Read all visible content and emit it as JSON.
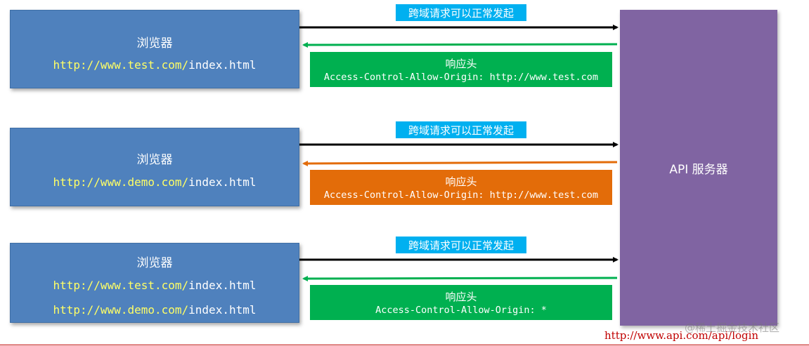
{
  "server": {
    "label": "API 服务器"
  },
  "rows": [
    {
      "browser_title": "浏览器",
      "urls": [
        {
          "domain": "http://www.test.com/",
          "path": "index.html"
        }
      ],
      "request_label": "跨域请求可以正常发起",
      "response_title": "响应头",
      "response_header": "Access-Control-Allow-Origin: http://www.test.com",
      "response_color": "#00b050"
    },
    {
      "browser_title": "浏览器",
      "urls": [
        {
          "domain": "http://www.demo.com/",
          "path": "index.html"
        }
      ],
      "request_label": "跨域请求可以正常发起",
      "response_title": "响应头",
      "response_header": "Access-Control-Allow-Origin: http://www.test.com",
      "response_color": "#e36c09"
    },
    {
      "browser_title": "浏览器",
      "urls": [
        {
          "domain": "http://www.test.com/",
          "path": "index.html"
        },
        {
          "domain": "http://www.demo.com/",
          "path": "index.html"
        }
      ],
      "request_label": "跨域请求可以正常发起",
      "response_title": "响应头",
      "response_header": "Access-Control-Allow-Origin: *",
      "response_color": "#00b050"
    }
  ],
  "footer_url": "http://www.api.com/api/login",
  "watermark": "@稀土掘金技术社区",
  "colors": {
    "browser": "#4f81bd",
    "server": "#8064a2",
    "request_label": "#00b0f0",
    "allowed": "#00b050",
    "rejected": "#e36c09",
    "request_arrow": "#000000"
  }
}
